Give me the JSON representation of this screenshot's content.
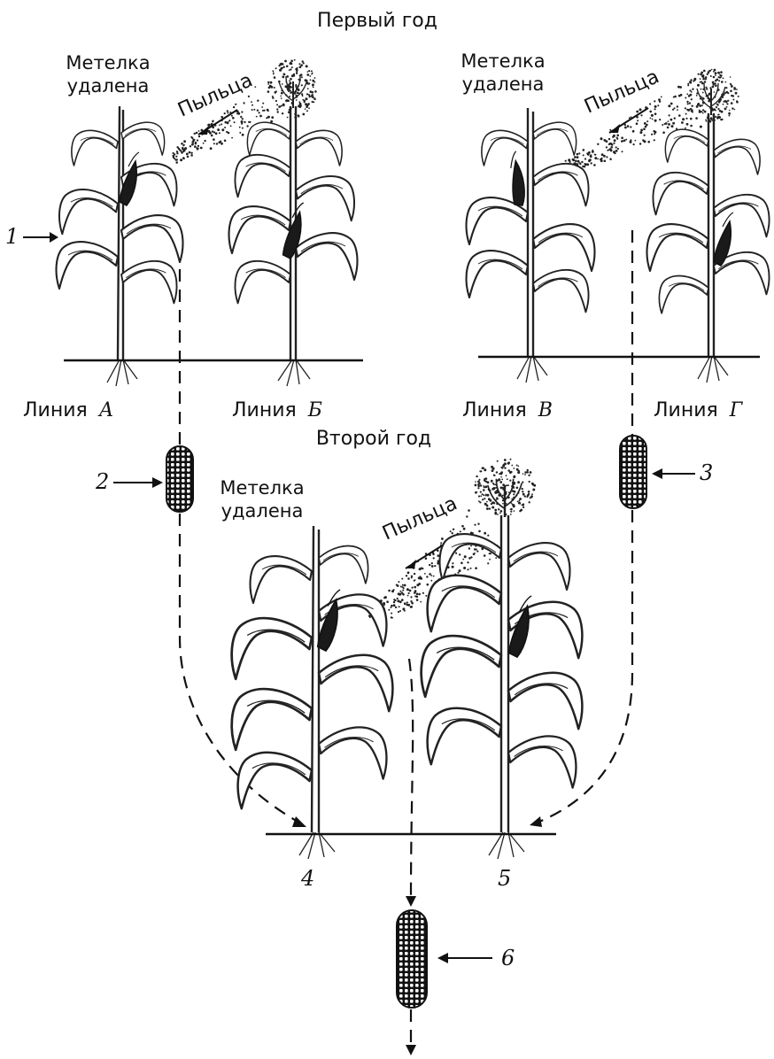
{
  "year1_title": "Первый год",
  "year2_title": "Второй год",
  "detasseled_line1": "Метелка",
  "detasseled_line2": "удалена",
  "pollen": "Пыльца",
  "line_word": "Линия",
  "line_a": "А",
  "line_b": "Б",
  "line_v": "В",
  "line_g": "Г",
  "labels": {
    "n1": "1",
    "n2": "2",
    "n3": "3",
    "n4": "4",
    "n5": "5",
    "n6": "6"
  }
}
